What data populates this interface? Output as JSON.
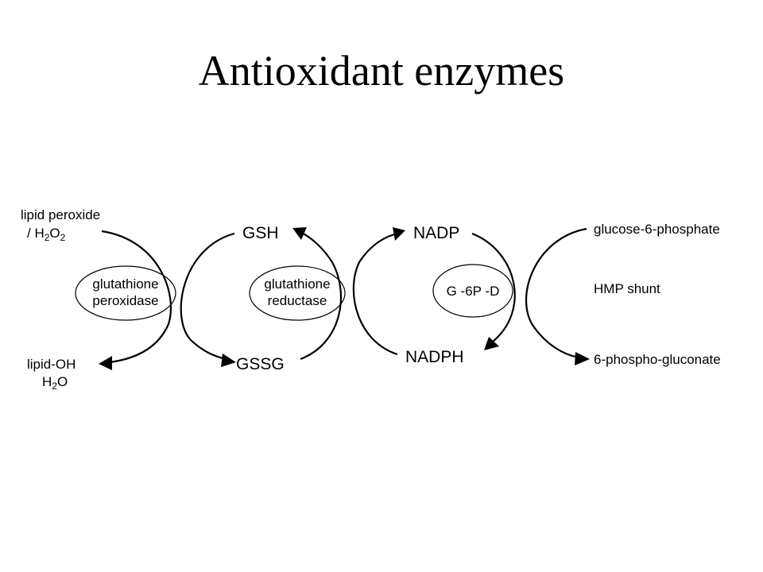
{
  "title": "Antioxidant enzymes",
  "diagram": {
    "left": {
      "top_line1": "lipid peroxide",
      "top_line2_prefix": "/ ",
      "top_formula": "H",
      "top_formula_sub": "2",
      "top_formula_b": "O",
      "top_formula_sub_b": "2",
      "bottom_line1": "lipid-OH",
      "bottom_formula": "H",
      "bottom_formula_sub": "2",
      "bottom_formula_b": "O"
    },
    "enzymes": [
      {
        "line1": "glutathione",
        "line2": "peroxidase"
      },
      {
        "line1": "glutathione",
        "line2": "reductase"
      },
      {
        "line1": "G -6P -D"
      }
    ],
    "nodes": {
      "gsh": "GSH",
      "gssg": "GSSG",
      "nadp": "NADP",
      "nadph": "NADPH"
    },
    "right": {
      "top": "glucose-6-phosphate",
      "middle": "HMP shunt",
      "bottom": "6-phospho-gluconate"
    }
  }
}
